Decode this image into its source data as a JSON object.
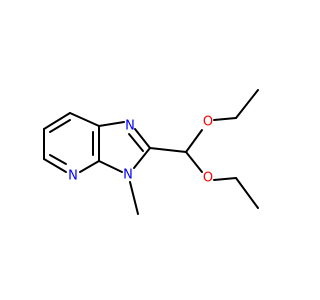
{
  "molecule": {
    "atoms": {
      "n_imidazole_top": {
        "label": "N",
        "color": "#0000ff"
      },
      "n_imidazole_methyl": {
        "label": "N",
        "color": "#0000ff"
      },
      "n_pyridine": {
        "label": "N",
        "color": "#0000ff"
      },
      "o_upper": {
        "label": "O",
        "color": "#ff0000"
      },
      "o_lower": {
        "label": "O",
        "color": "#ff0000"
      }
    },
    "bond_color": "#000000"
  }
}
